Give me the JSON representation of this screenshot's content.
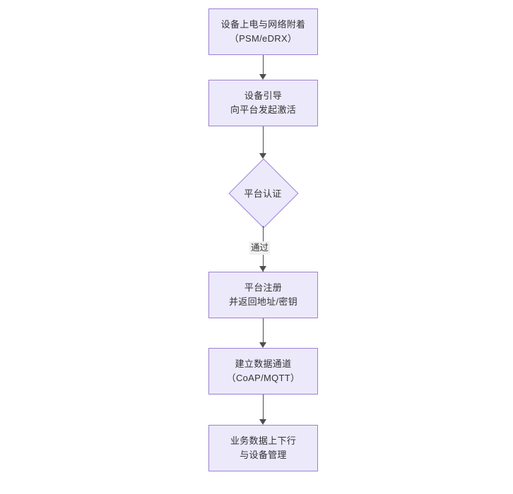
{
  "diagram": {
    "type": "flowchart",
    "orientation": "vertical-top-down",
    "background_color": "#ffffff",
    "node_fill_color": "#ece9fb",
    "node_border_color": "#9b7fd4",
    "edge_color": "#4d4d4d",
    "text_color": "#333333",
    "nodes": [
      {
        "id": "n1",
        "shape": "rectangle",
        "line_1": "设备上电与网络附着",
        "line_2": "（PSM/eDRX）"
      },
      {
        "id": "n2",
        "shape": "rectangle",
        "line_1": "设备引导",
        "line_2": "向平台发起激活"
      },
      {
        "id": "n3",
        "shape": "diamond",
        "line_1": "平台认证",
        "line_2": ""
      },
      {
        "id": "n4",
        "shape": "rectangle",
        "line_1": "平台注册",
        "line_2": "并返回地址/密钥"
      },
      {
        "id": "n5",
        "shape": "rectangle",
        "line_1": "建立数据通道",
        "line_2": "（CoAP/MQTT）"
      },
      {
        "id": "n6",
        "shape": "rectangle",
        "line_1": "业务数据上下行",
        "line_2": "与设备管理"
      }
    ],
    "edges": [
      {
        "id": "e1",
        "from": "n1",
        "to": "n2",
        "label": ""
      },
      {
        "id": "e2",
        "from": "n2",
        "to": "n3",
        "label": ""
      },
      {
        "id": "e3",
        "from": "n3",
        "to": "n4",
        "label": "通过"
      },
      {
        "id": "e4",
        "from": "n4",
        "to": "n5",
        "label": ""
      },
      {
        "id": "e5",
        "from": "n5",
        "to": "n6",
        "label": ""
      }
    ]
  }
}
